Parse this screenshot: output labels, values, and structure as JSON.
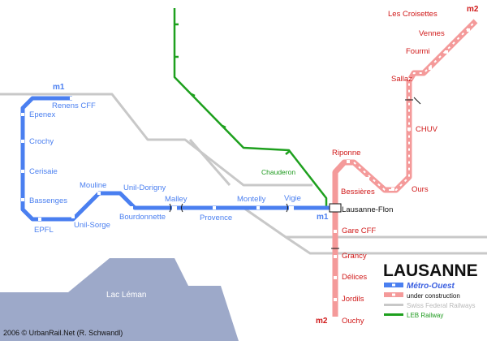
{
  "colors": {
    "m1": "#4a7ff0",
    "m2": "#f49a9a",
    "m2_text": "#d01818",
    "railway": "#c8c8c8",
    "leb": "#1ea01e",
    "lake": "#9da9c9"
  },
  "lines": {
    "m1": "m1",
    "m2": "m2"
  },
  "stations": {
    "renens_cff": "Renens CFF",
    "epenex": "Epenex",
    "crochy": "Crochy",
    "cerisaie": "Cerisaie",
    "bassenges": "Bassenges",
    "epfl": "EPFL",
    "unil_sorge": "Unil-Sorge",
    "mouline": "Mouline",
    "unil_dorigny": "Unil-Dorigny",
    "bourdonnette": "Bourdonnette",
    "malley": "Malley",
    "provence": "Provence",
    "montelly": "Montelly",
    "vigie": "Vigie",
    "lausanne_flon": "Lausanne-Flon",
    "gare_cff": "Gare CFF",
    "grancy": "Grancy",
    "delices": "Délices",
    "jordils": "Jordils",
    "ouchy": "Ouchy",
    "riponne": "Riponne",
    "bessieres": "Bessières",
    "ours": "Ours",
    "chuv": "CHUV",
    "sallaz": "Sallaz",
    "fourmi": "Fourmi",
    "vennes": "Vennes",
    "les_croisettes": "Les Croisettes",
    "chauderon": "Chauderon"
  },
  "lake": "Lac Léman",
  "legend": {
    "title": "LAUSANNE",
    "metro_ouest": "Métro-Ouest",
    "under_construction": "under construction",
    "swiss_railways": "Swiss Federal Railways",
    "leb": "LEB Railway"
  },
  "credit": "2006 © UrbanRail.Net (R. Schwandl)"
}
